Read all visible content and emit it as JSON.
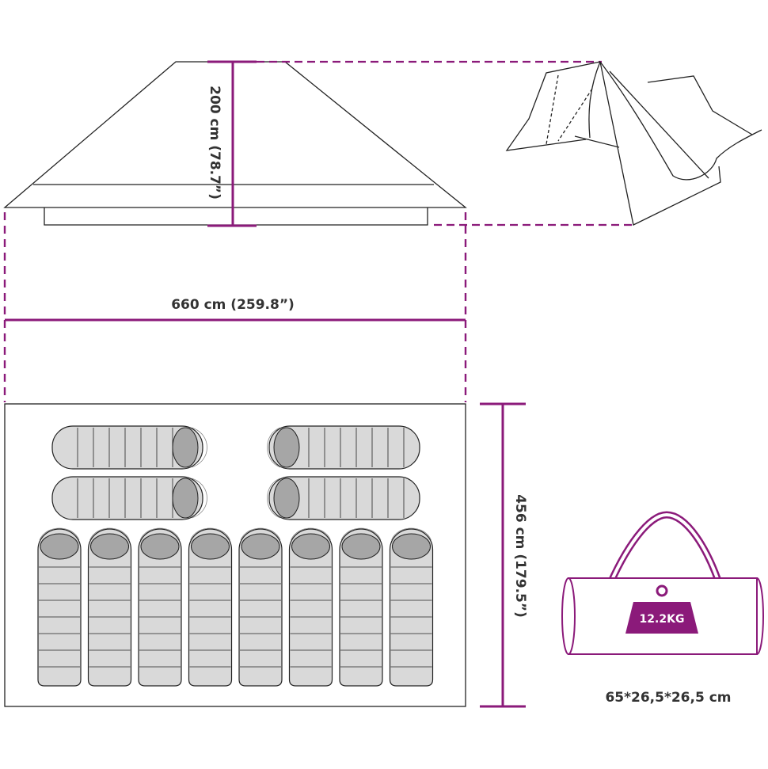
{
  "colors": {
    "accent": "#8b1a7a",
    "outline": "#222222",
    "bag_fill": "#d9d9d9",
    "bag_dark": "#a6a6a6",
    "text": "#333333"
  },
  "dimensions": {
    "height": "200 cm (78.7”)",
    "width": "660 cm (259.8”)",
    "depth": "456 cm (179.5”)"
  },
  "package": {
    "weight": "12.2KG",
    "size": "65*26,5*26,5 cm"
  },
  "sleeping_bags": {
    "horizontal_count": 4,
    "vertical_count": 8
  }
}
